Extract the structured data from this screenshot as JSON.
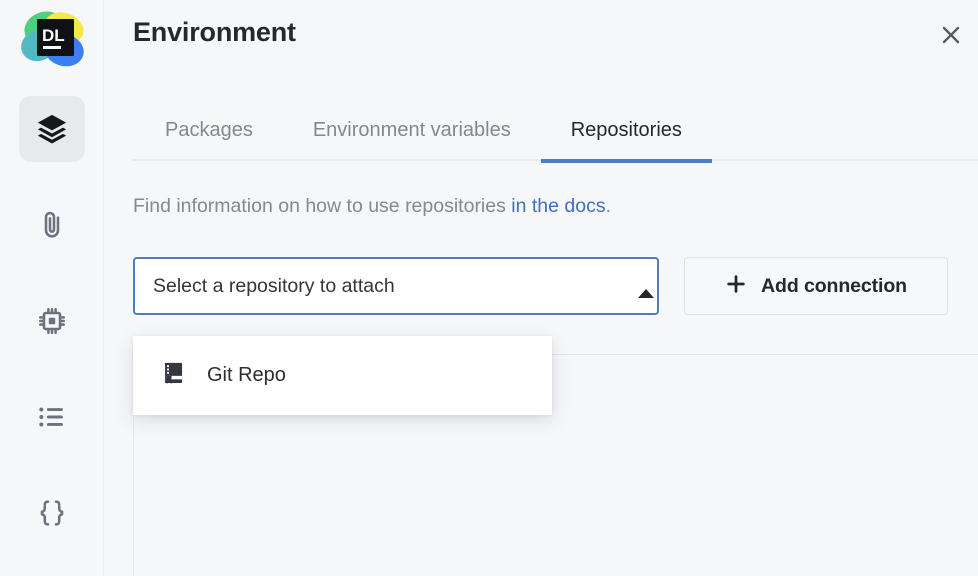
{
  "app": {
    "logo_name": "dataspell-logo",
    "logo_text": "DL",
    "colors": {
      "accent_blue": "#4a7fc4",
      "link_blue": "#3f6fc0",
      "text_dark": "#27282e",
      "text_muted": "#85888f",
      "background": "#f6f7f9",
      "surface": "#ffffff",
      "logo_green": "#4fd07f",
      "logo_yellow": "#f3e949",
      "logo_blue": "#3b7ff0",
      "logo_teal": "#54b8c4",
      "logo_square": "#101114"
    }
  },
  "sidebar": {
    "items": [
      {
        "icon": "layers-icon",
        "name": "sidebar-item-environment",
        "active": true
      },
      {
        "icon": "paperclip-icon",
        "name": "sidebar-item-attachments",
        "active": false
      },
      {
        "icon": "cpu-chip-icon",
        "name": "sidebar-item-hardware",
        "active": false
      },
      {
        "icon": "list-icon",
        "name": "sidebar-item-logs",
        "active": false
      },
      {
        "icon": "curly-braces-icon",
        "name": "sidebar-item-parameters",
        "active": false
      }
    ]
  },
  "header": {
    "title": "Environment",
    "close_icon": "close-icon"
  },
  "tabs": [
    {
      "label": "Packages",
      "active": false
    },
    {
      "label": "Environment variables",
      "active": false
    },
    {
      "label": "Repositories",
      "active": true
    }
  ],
  "content": {
    "hint_prefix": "Find information on how to use repositories ",
    "hint_link": "in the docs",
    "hint_suffix": ".",
    "select": {
      "value": "Select a repository to attach",
      "placeholder": "Select a repository to attach",
      "caret_icon": "chevron-up-icon",
      "expanded": true
    },
    "add_button": {
      "label": "Add connection",
      "icon": "plus-icon"
    },
    "dropdown": {
      "options": [
        {
          "label": "Git Repo",
          "icon": "repository-book-icon"
        }
      ]
    }
  }
}
